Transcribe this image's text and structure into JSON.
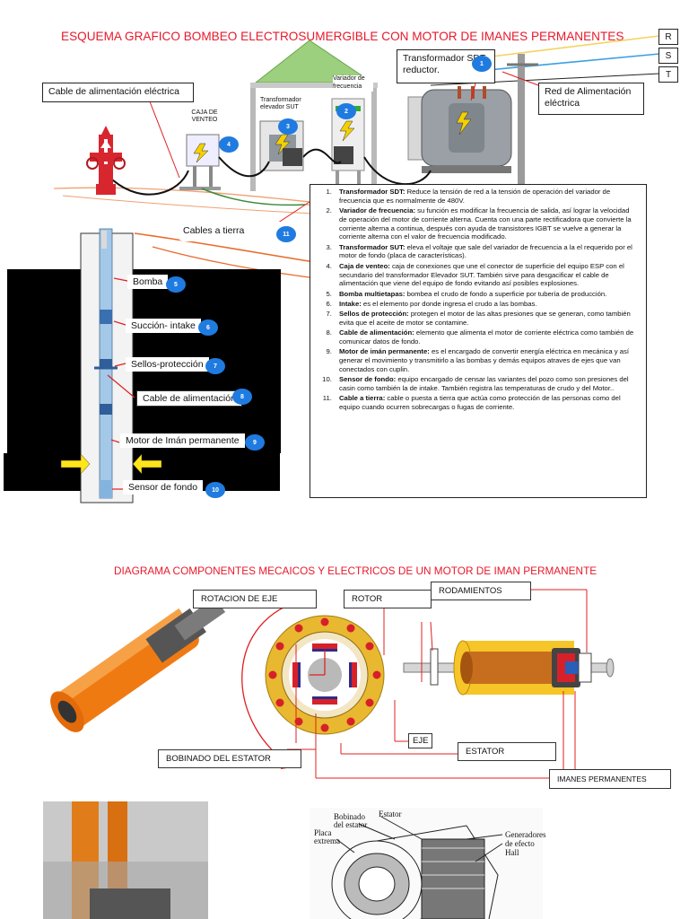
{
  "top": {
    "title": "ESQUEMA GRAFICO BOMBEO ELECTROSUMERGIBLE CON MOTOR DE IMANES PERMANENTES",
    "phases": [
      "R",
      "S",
      "T"
    ],
    "labels": {
      "transformador_sdt": "Transformador SDT, reductor.",
      "red_alimentacion": "Red de Alimentación eléctrica",
      "cable_alimentacion_electrica": "Cable de alimentación eléctrica",
      "caja_venteo": "CAJA DE VENTEO",
      "transformador_elevador": "Transformador elevador SUT",
      "variador": "Variador de frecuencia",
      "cables_tierra": "Cables a tierra",
      "bomba": "Bomba",
      "succion": "Succión- intake",
      "sellos": "Sellos-protección",
      "cable_alimentacion": "Cable de alimentación",
      "motor": "Motor de Imán permanente",
      "sensor": "Sensor de fondo"
    },
    "numbers": {
      "n1": "1",
      "n2": "2",
      "n3": "3",
      "n4": "4",
      "n5": "5",
      "n6": "6",
      "n7": "7",
      "n8": "8",
      "n9": "9",
      "n10": "10",
      "n11": "11"
    },
    "legend": [
      {
        "term": "Transformador SDT:",
        "text": " Reduce la tensión de red a la tensión de operación del variador de frecuencia que es normalmente de 480V."
      },
      {
        "term": "Variador de frecuencia:",
        "text": " su función es modificar la frecuencia de salida, así lograr la velocidad de operación del motor de corriente alterna. Cuenta con una parte rectificadora que convierte la corriente alterna a continua, después con ayuda de transistores IGBT se vuelve a generar la corriente alterna con el valor de frecuencia modificado."
      },
      {
        "term": "Transformador SUT:",
        "text": " eleva el voltaje que sale del variador de frecuencia a la el requerido por el motor de fondo (placa de características)."
      },
      {
        "term": "Caja de venteo:",
        "text": " caja de conexiones que une el conector de superficie del equipo ESP con el secundario del transformador Elevador SUT. También sirve para desgacificar el cable de alimentación que viene del equipo de fondo evitando así posibles explosiones."
      },
      {
        "term": "Bomba multietapas:",
        "text": " bombea el crudo de fondo a superficie por tubería de producción."
      },
      {
        "term": "Intake:",
        "text": " es el elemento por donde ingresa el crudo a las bombas."
      },
      {
        "term": "Sellos de protección:",
        "text": " protegen el motor de las altas  presiones que se generan, como también evita que el aceite de motor se contamine."
      },
      {
        "term": "Cable de alimentación:",
        "text": " elemento que alimenta el motor de corriente eléctrica como también de comunicar datos de fondo."
      },
      {
        "term": "Motor de imán permanente:",
        "text": " es el encargado de convertir energía eléctrica en mecánica y así generar el movimiento y transmitirlo a las bombas y demás equipos atraves de ejes que van conectados con cuplin."
      },
      {
        "term": "Sensor de fondo:",
        "text": " equipo encargado de censar las variantes del pozo como son presiones del casin como también la de intake. También registra las temperaturas de crudo y del Motor.."
      },
      {
        "term": "Cable a tierra:",
        "text": " cable o puesta a tierra que actúa como protección de las personas como del equipo cuando ocurren sobrecargas o fugas de corriente."
      }
    ]
  },
  "bottom": {
    "title": "DIAGRAMA COMPONENTES MECAICOS Y ELECTRICOS DE UN MOTOR DE IMAN PERMANENTE",
    "labels": {
      "rotacion": "ROTACION DE EJE",
      "rotor": "ROTOR",
      "rodamientos": "RODAMIENTOS",
      "eje": "EJE",
      "estator": "ESTATOR",
      "bobinado": "BOBINADO DEL ESTATOR",
      "imanes": "IMANES PERMANENTES"
    },
    "drawing_labels": {
      "bobinado": "Bobinado del estator",
      "estator": "Estator",
      "placa": "Placa extrema",
      "hall": "Generadores de efecto Hall"
    }
  }
}
